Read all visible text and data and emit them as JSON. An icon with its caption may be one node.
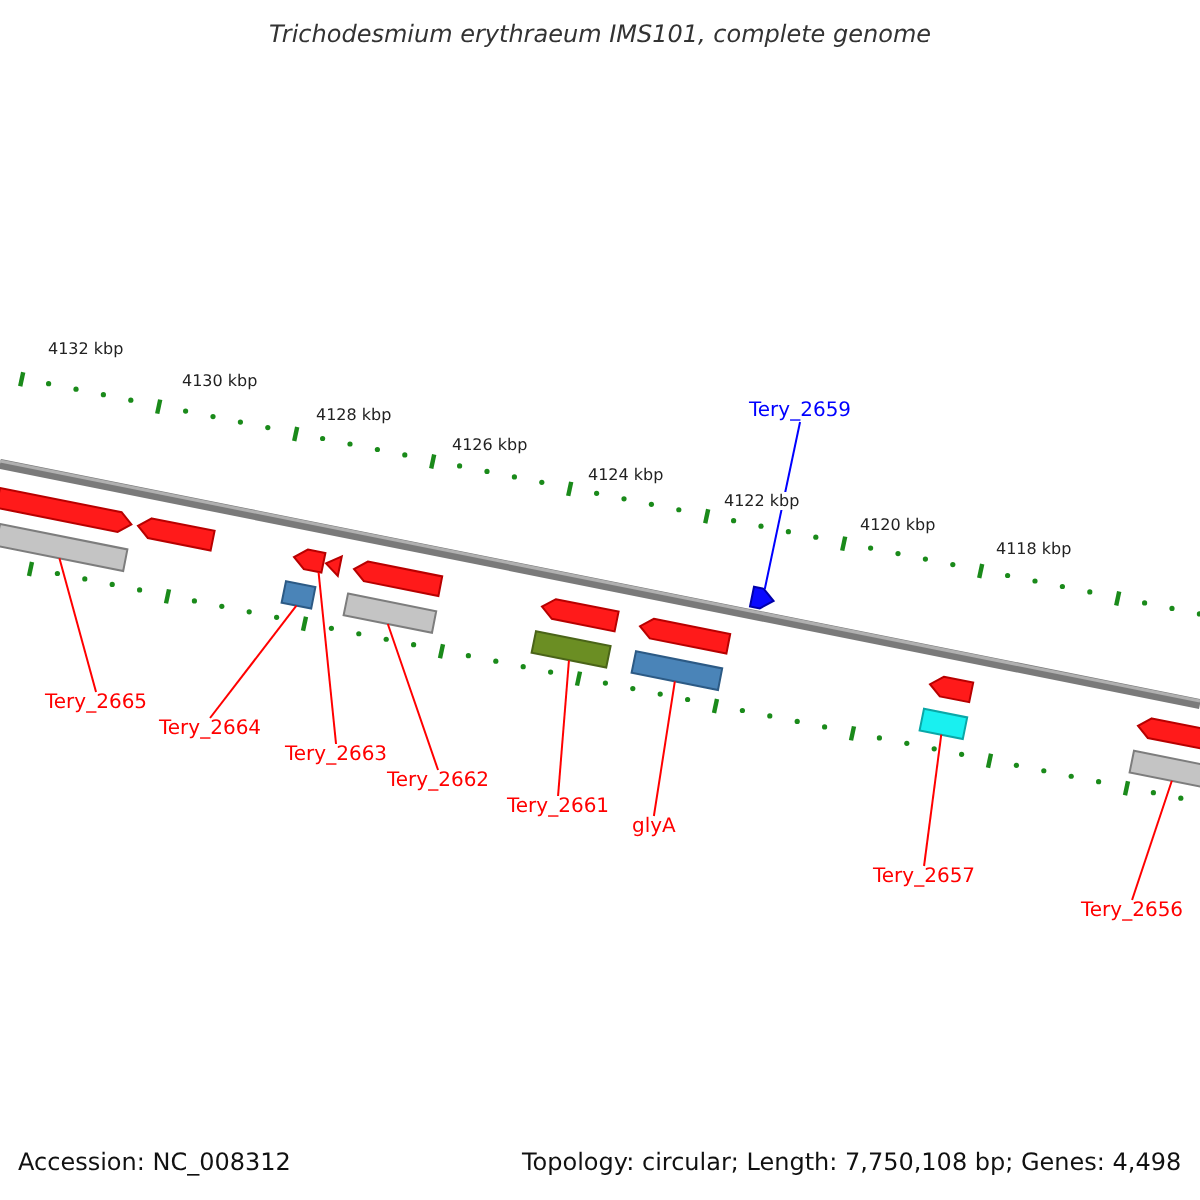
{
  "diagram": {
    "title": "Trichodesmium erythraeum IMS101, complete genome",
    "nodes": [
      {
        "text": [
          "Tery_2665"
        ]
      },
      {
        "text": [
          "Tery_2664"
        ]
      },
      {
        "text": [
          "Tery_2663"
        ]
      },
      {
        "text": [
          "Tery_2662"
        ]
      },
      {
        "text": [
          "Tery_2661"
        ]
      },
      {
        "text": [
          "glyA"
        ]
      },
      {
        "text": [
          "Tery_2657"
        ]
      },
      {
        "text": [
          "Tery_2656"
        ]
      },
      {
        "text": [
          "Tery_2659"
        ]
      },
      {
        "text": [],
        "shape": "bar"
      },
      {
        "text": [],
        "shape": "bar"
      },
      {
        "text": [],
        "shape": "arrow"
      },
      {
        "text": [],
        "shape": "bar"
      },
      {
        "text": [],
        "shape": "bar"
      },
      {
        "text": [],
        "shape": "bar"
      },
      {
        "text": [],
        "shape": "arrow"
      },
      {
        "text": [],
        "shape": "bar"
      },
      {
        "text": [],
        "shape": "bar"
      }
    ],
    "edges": [
      {
        "from": 0,
        "to": 9,
        "arrow": "none"
      },
      {
        "from": 1,
        "to": 10,
        "arrow": "none"
      },
      {
        "from": 2,
        "to": 11,
        "arrow": "none"
      },
      {
        "from": 3,
        "to": 12,
        "arrow": "none"
      },
      {
        "from": 4,
        "to": 13,
        "arrow": "none"
      },
      {
        "from": 5,
        "to": 14,
        "arrow": "none"
      },
      {
        "from": 6,
        "to": 16,
        "arrow": "none"
      },
      {
        "from": 7,
        "to": 17,
        "arrow": "none"
      },
      {
        "from": 8,
        "to": 15,
        "arrow": "none",
        "color": "#0000ff"
      }
    ],
    "labels": [
      "4132 kbp",
      "4130 kbp",
      "4128 kbp",
      "4126 kbp",
      "4124 kbp",
      "4122 kbp",
      "4120 kbp",
      "4118 kbp",
      "Accession: NC_008312",
      "Topology: circular; Length: 7,750,108 bp; Genes: 4,498"
    ]
  }
}
